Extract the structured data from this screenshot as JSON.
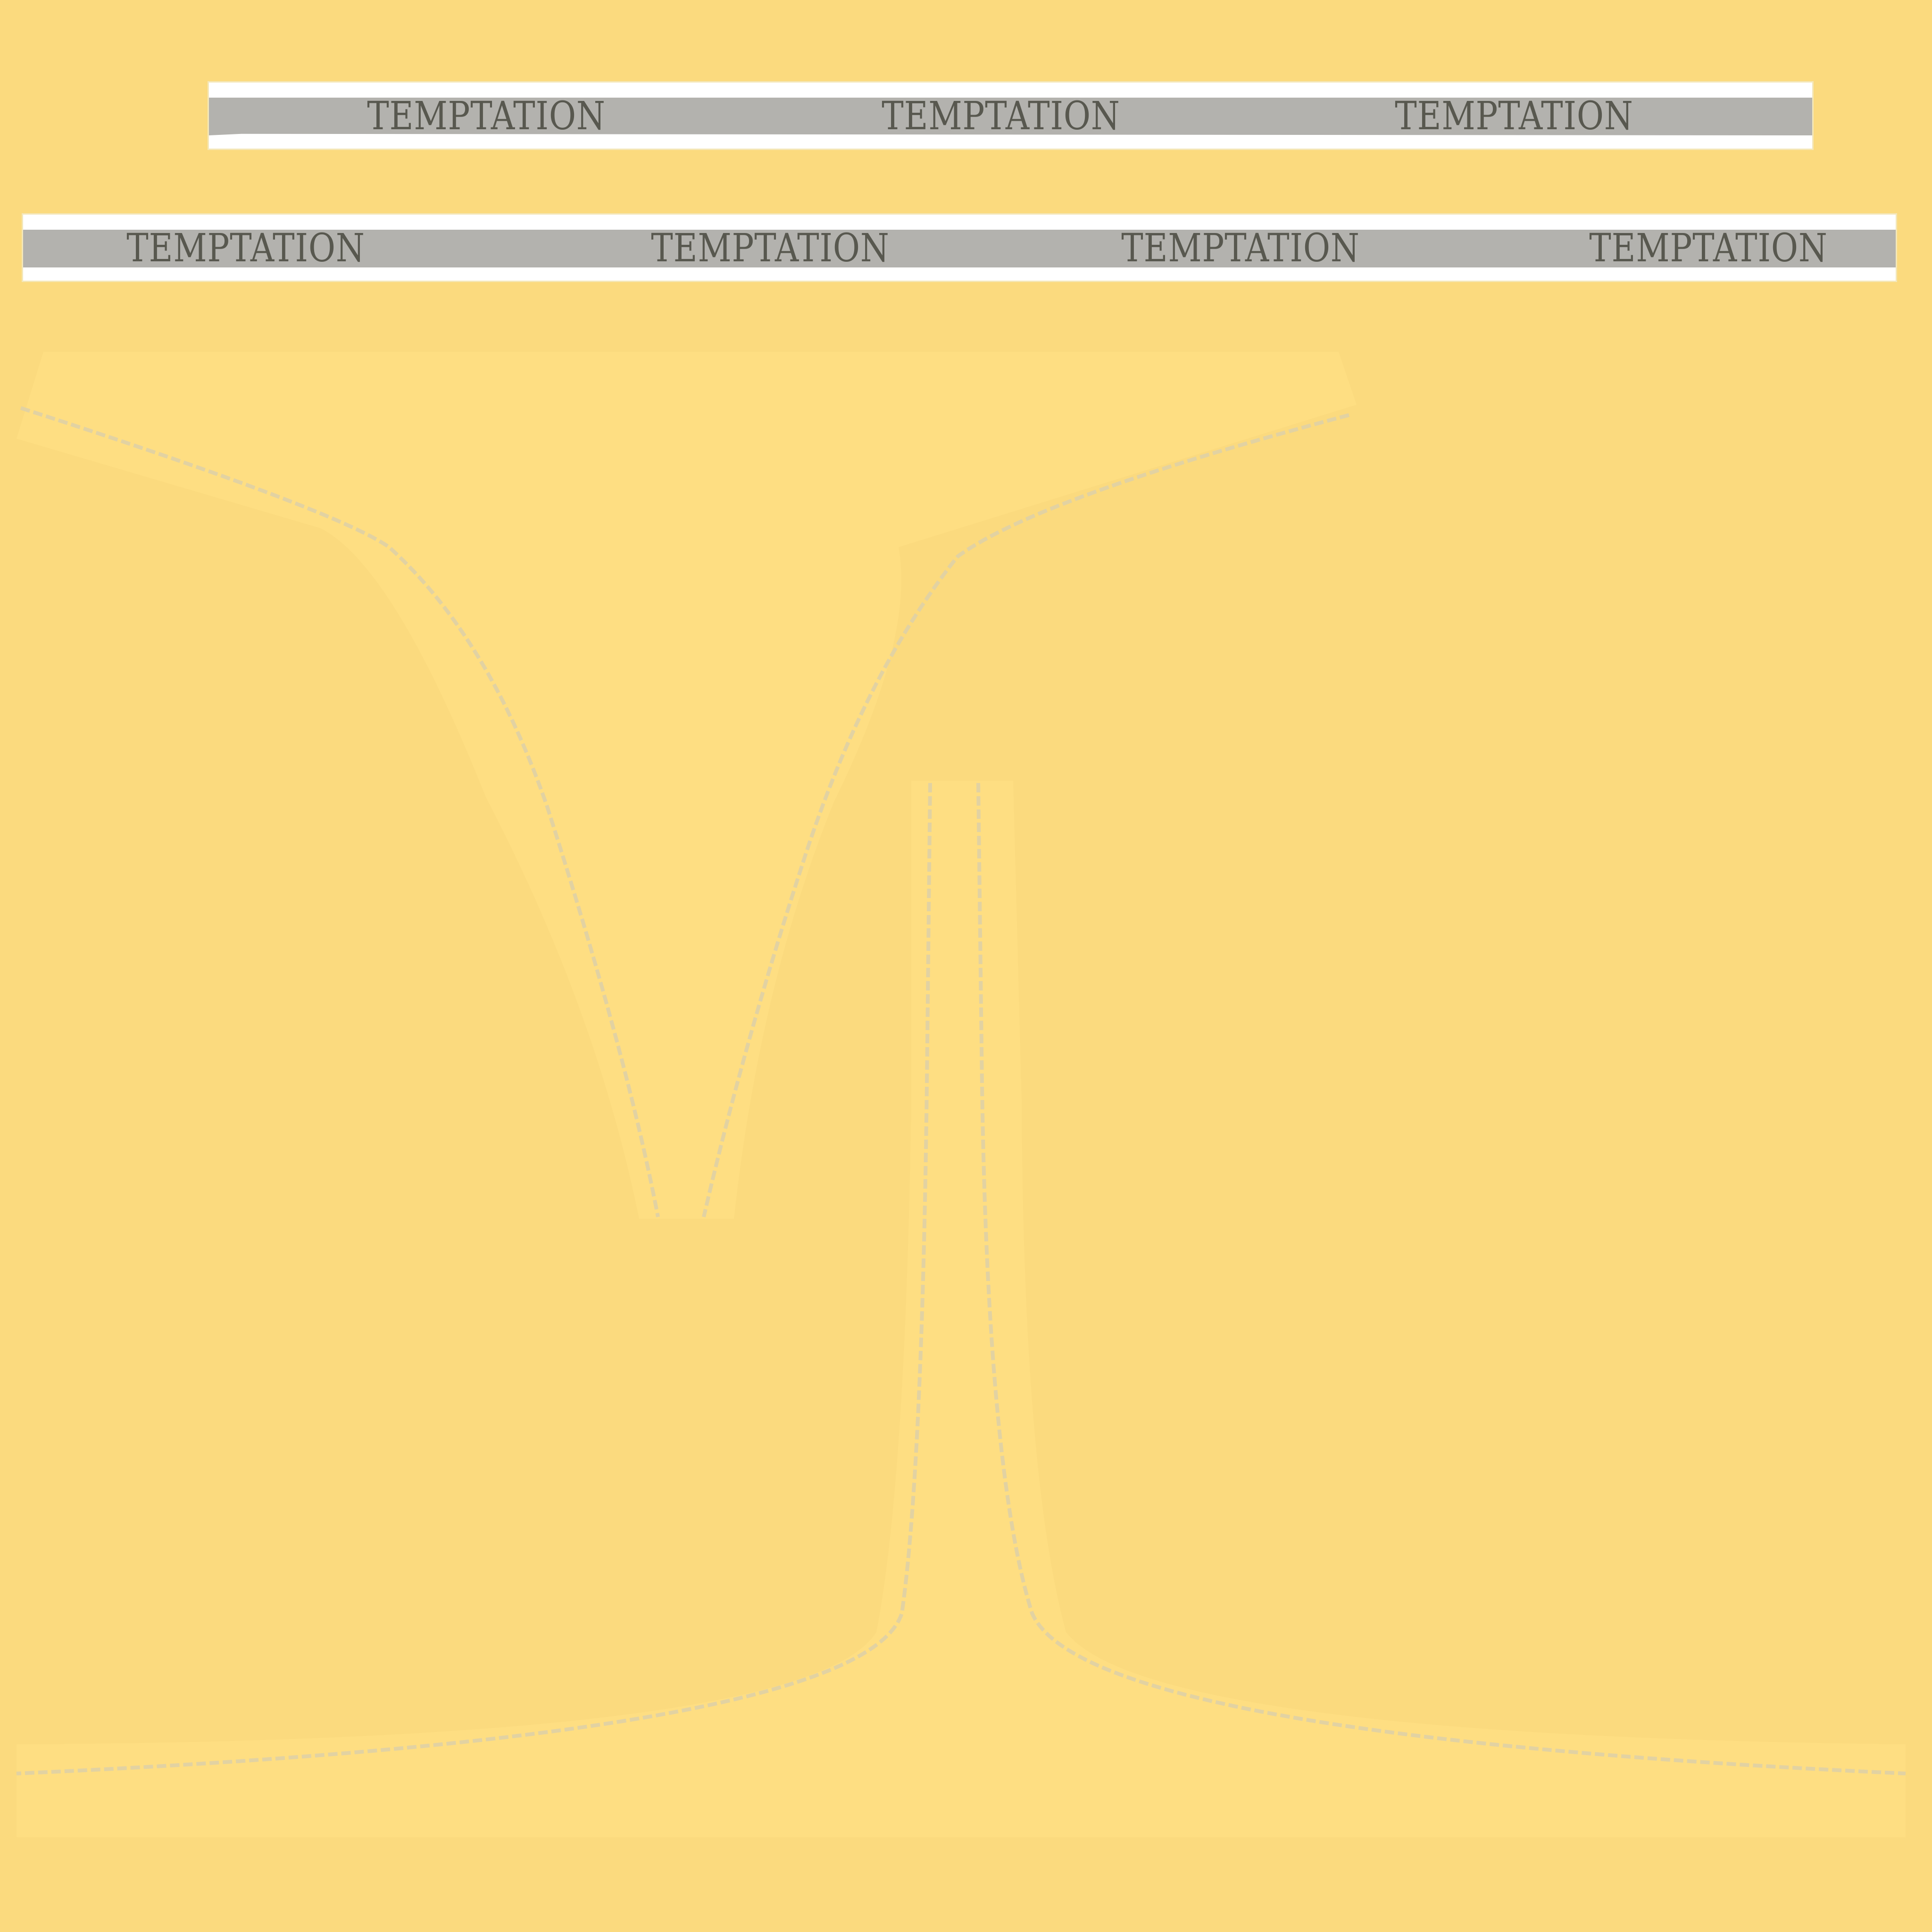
{
  "canvas": {
    "background_color": "#fbda7e",
    "panel_color": "#fede82",
    "stitch_color": "#ddd0a8",
    "band_stripe_color": "#b3b2ae",
    "band_text_color": "#58584f",
    "band_edge_color": "#ffffff"
  },
  "waistbands": [
    {
      "labels": [
        "TEMPTATION",
        "TEMPTATION",
        "TEMPTATION"
      ]
    },
    {
      "labels": [
        "TEMPTATION",
        "TEMPTATION",
        "TEMPTATION",
        "TEMPTATION"
      ]
    }
  ],
  "pattern_pieces": {
    "front_panel": "front-panel-shape",
    "back_panel": "back-panel-shape"
  }
}
